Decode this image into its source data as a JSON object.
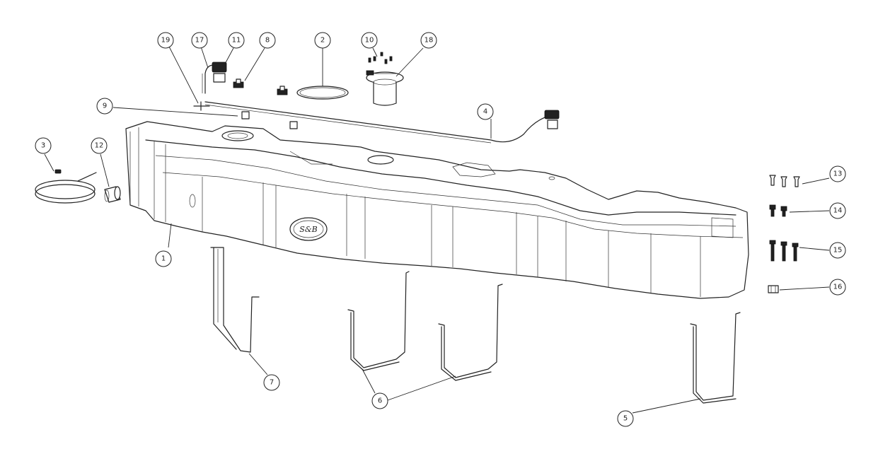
{
  "callouts": [
    {
      "id": "c1",
      "label": "1"
    },
    {
      "id": "c2",
      "label": "2"
    },
    {
      "id": "c3",
      "label": "3"
    },
    {
      "id": "c4",
      "label": "4"
    },
    {
      "id": "c5",
      "label": "5"
    },
    {
      "id": "c6",
      "label": "6"
    },
    {
      "id": "c7",
      "label": "7"
    },
    {
      "id": "c8",
      "label": "8"
    },
    {
      "id": "c9",
      "label": "9"
    },
    {
      "id": "c10",
      "label": "10"
    },
    {
      "id": "c11",
      "label": "11"
    },
    {
      "id": "c12",
      "label": "12"
    },
    {
      "id": "c13",
      "label": "13"
    },
    {
      "id": "c14",
      "label": "14"
    },
    {
      "id": "c15",
      "label": "15"
    },
    {
      "id": "c16",
      "label": "16"
    },
    {
      "id": "c17",
      "label": "17"
    },
    {
      "id": "c18",
      "label": "18"
    },
    {
      "id": "c19",
      "label": "19"
    }
  ],
  "logo_text": "S&B"
}
